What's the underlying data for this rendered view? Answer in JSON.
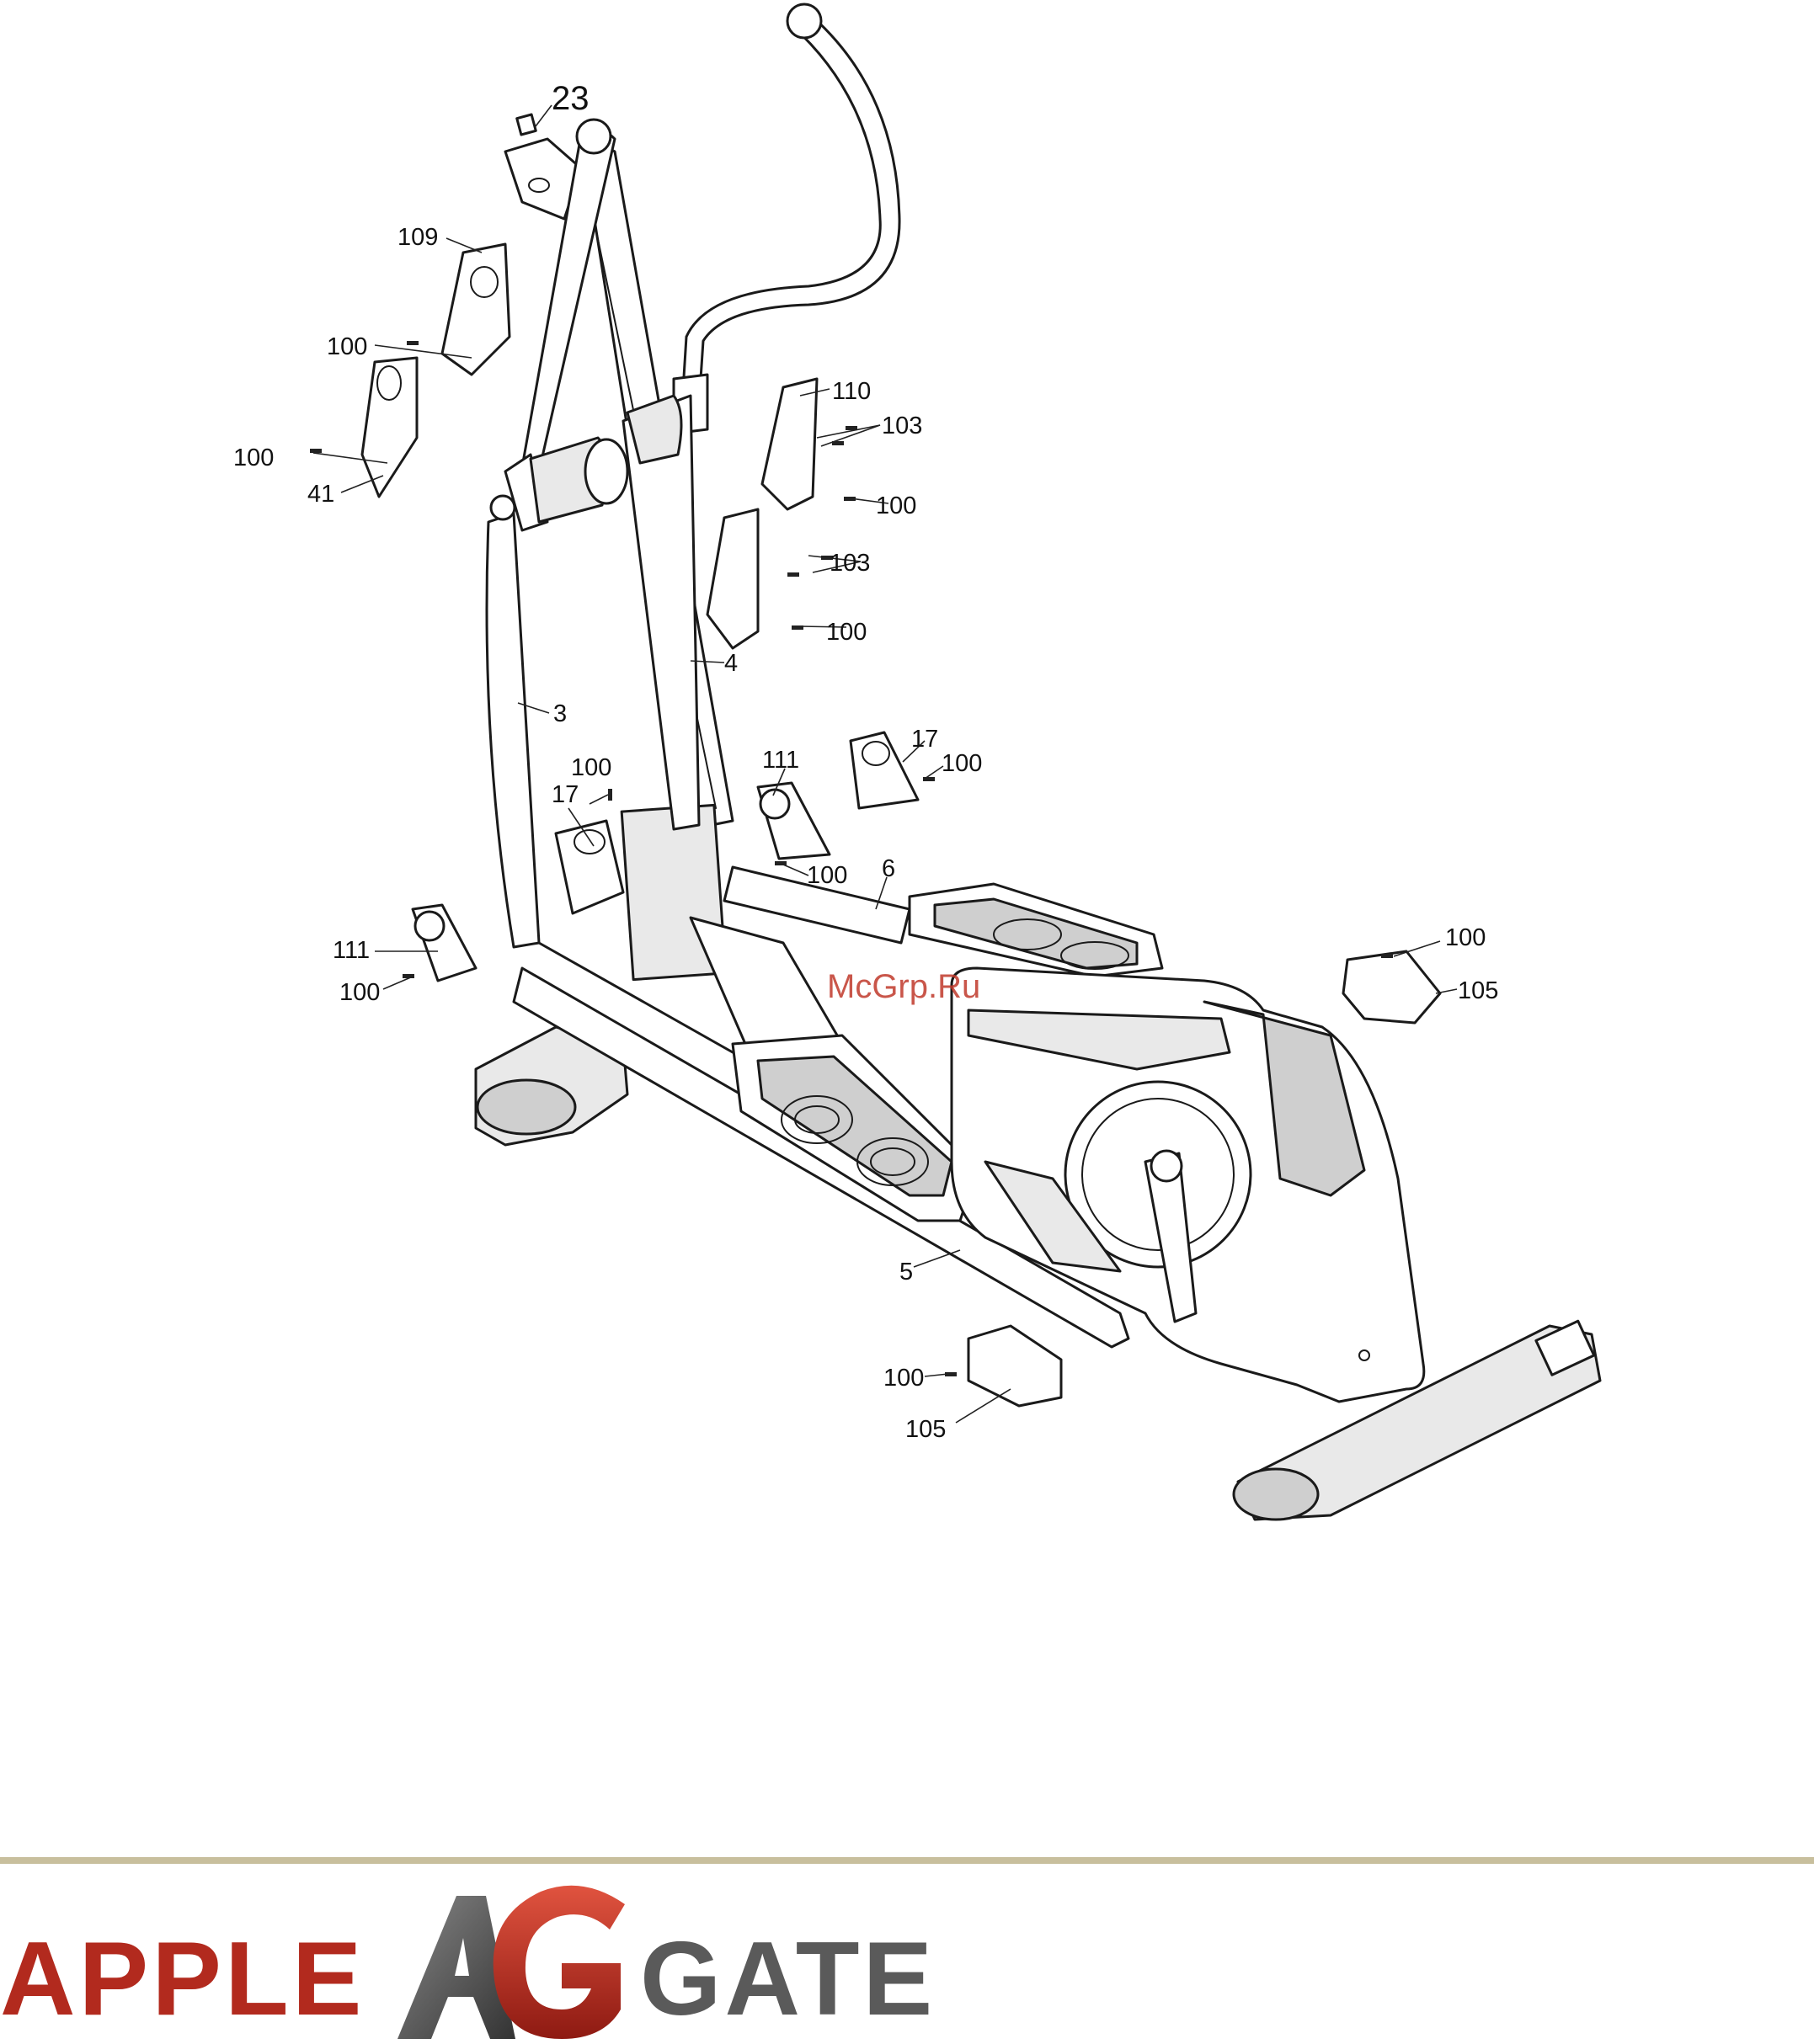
{
  "diagram": {
    "callouts": [
      {
        "id": "c-23",
        "text": "23"
      },
      {
        "id": "c-109",
        "text": "109"
      },
      {
        "id": "c-100a",
        "text": "100"
      },
      {
        "id": "c-100b",
        "text": "100"
      },
      {
        "id": "c-41",
        "text": "41"
      },
      {
        "id": "c-110",
        "text": "110"
      },
      {
        "id": "c-103a",
        "text": "103"
      },
      {
        "id": "c-100c",
        "text": "100"
      },
      {
        "id": "c-103b",
        "text": "103"
      },
      {
        "id": "c-100d",
        "text": "100"
      },
      {
        "id": "c-4",
        "text": "4"
      },
      {
        "id": "c-3",
        "text": "3"
      },
      {
        "id": "c-100e",
        "text": "100"
      },
      {
        "id": "c-17a",
        "text": "17"
      },
      {
        "id": "c-111a",
        "text": "111"
      },
      {
        "id": "c-17b",
        "text": "17"
      },
      {
        "id": "c-100f",
        "text": "100"
      },
      {
        "id": "c-100g",
        "text": "100"
      },
      {
        "id": "c-6",
        "text": "6"
      },
      {
        "id": "c-111b",
        "text": "111"
      },
      {
        "id": "c-100h",
        "text": "100"
      },
      {
        "id": "c-100i",
        "text": "100"
      },
      {
        "id": "c-105a",
        "text": "105"
      },
      {
        "id": "c-5",
        "text": "5"
      },
      {
        "id": "c-100j",
        "text": "100"
      },
      {
        "id": "c-105b",
        "text": "105"
      }
    ]
  },
  "watermark": "McGrp.Ru",
  "brand": {
    "left_text": "APPLE",
    "right_text": "GATE",
    "colors": {
      "red": "#b22a1e",
      "grey": "#5a5a5a",
      "divider": "#c8bf9d"
    }
  }
}
